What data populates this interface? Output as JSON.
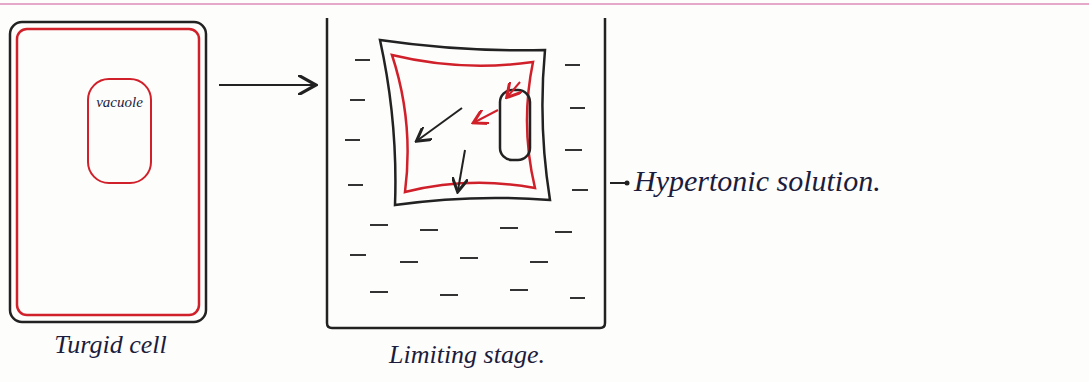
{
  "diagram": {
    "nodes": [
      {
        "text": [
          "Turgid cell"
        ]
      },
      {
        "text": [
          "vacuole"
        ],
        "in": 0
      },
      {
        "text": [
          "Limiting stage."
        ]
      }
    ],
    "edges": [
      {
        "from": 0,
        "to": 2,
        "arrow": "to"
      }
    ],
    "labels": [
      "Hypertonic solution."
    ]
  }
}
